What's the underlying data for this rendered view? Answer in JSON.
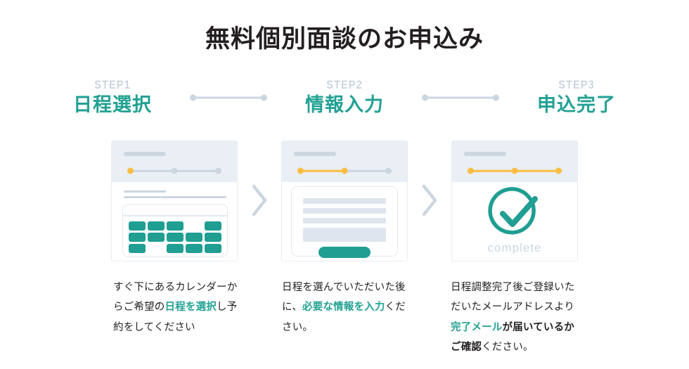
{
  "header": {
    "title": "無料個別面談のお申込み"
  },
  "steps": [
    {
      "number": "STEP1",
      "name": "日程選択"
    },
    {
      "number": "STEP2",
      "name": "情報入力"
    },
    {
      "number": "STEP3",
      "name": "申込完了"
    }
  ],
  "cards": [
    {
      "illustration": "calendar-card",
      "progress_active": 1,
      "calendar_cells": [
        true,
        true,
        true,
        false,
        true,
        true,
        true,
        true,
        true,
        true,
        true,
        false,
        true,
        true,
        true
      ]
    },
    {
      "illustration": "form-card",
      "progress_active": 2
    },
    {
      "illustration": "complete-card",
      "progress_active": 3,
      "complete_label": "complete"
    }
  ],
  "captions": [
    {
      "parts": [
        {
          "text": "すぐ下にあるカレンダーからご希望の",
          "style": "normal"
        },
        {
          "text": "日程を選択",
          "style": "teal-bold"
        },
        {
          "text": "し予約をしてください",
          "style": "normal"
        }
      ]
    },
    {
      "parts": [
        {
          "text": "日程を選んでいただいた後に、",
          "style": "normal"
        },
        {
          "text": "必要な情報を入力",
          "style": "teal-bold"
        },
        {
          "text": "ください。",
          "style": "normal"
        }
      ]
    },
    {
      "parts": [
        {
          "text": "日程調整完了後ご登録いただいたメールアドレスより",
          "style": "normal"
        },
        {
          "text": "完了メール",
          "style": "teal-bold"
        },
        {
          "text": "が届いているかご確認",
          "style": "dark-bold"
        },
        {
          "text": "ください。",
          "style": "normal"
        }
      ]
    }
  ],
  "colors": {
    "teal": "#1f9e91",
    "teal_text": "#22a193",
    "amber": "#fbbd43",
    "muted_blue": "#ccd6e0",
    "card_head": "#eaeff5",
    "text_dark": "#231f20",
    "page_background": "#ffffff"
  },
  "icons": {
    "chevron": "chevron-right-icon",
    "check": "check-circle-icon"
  }
}
